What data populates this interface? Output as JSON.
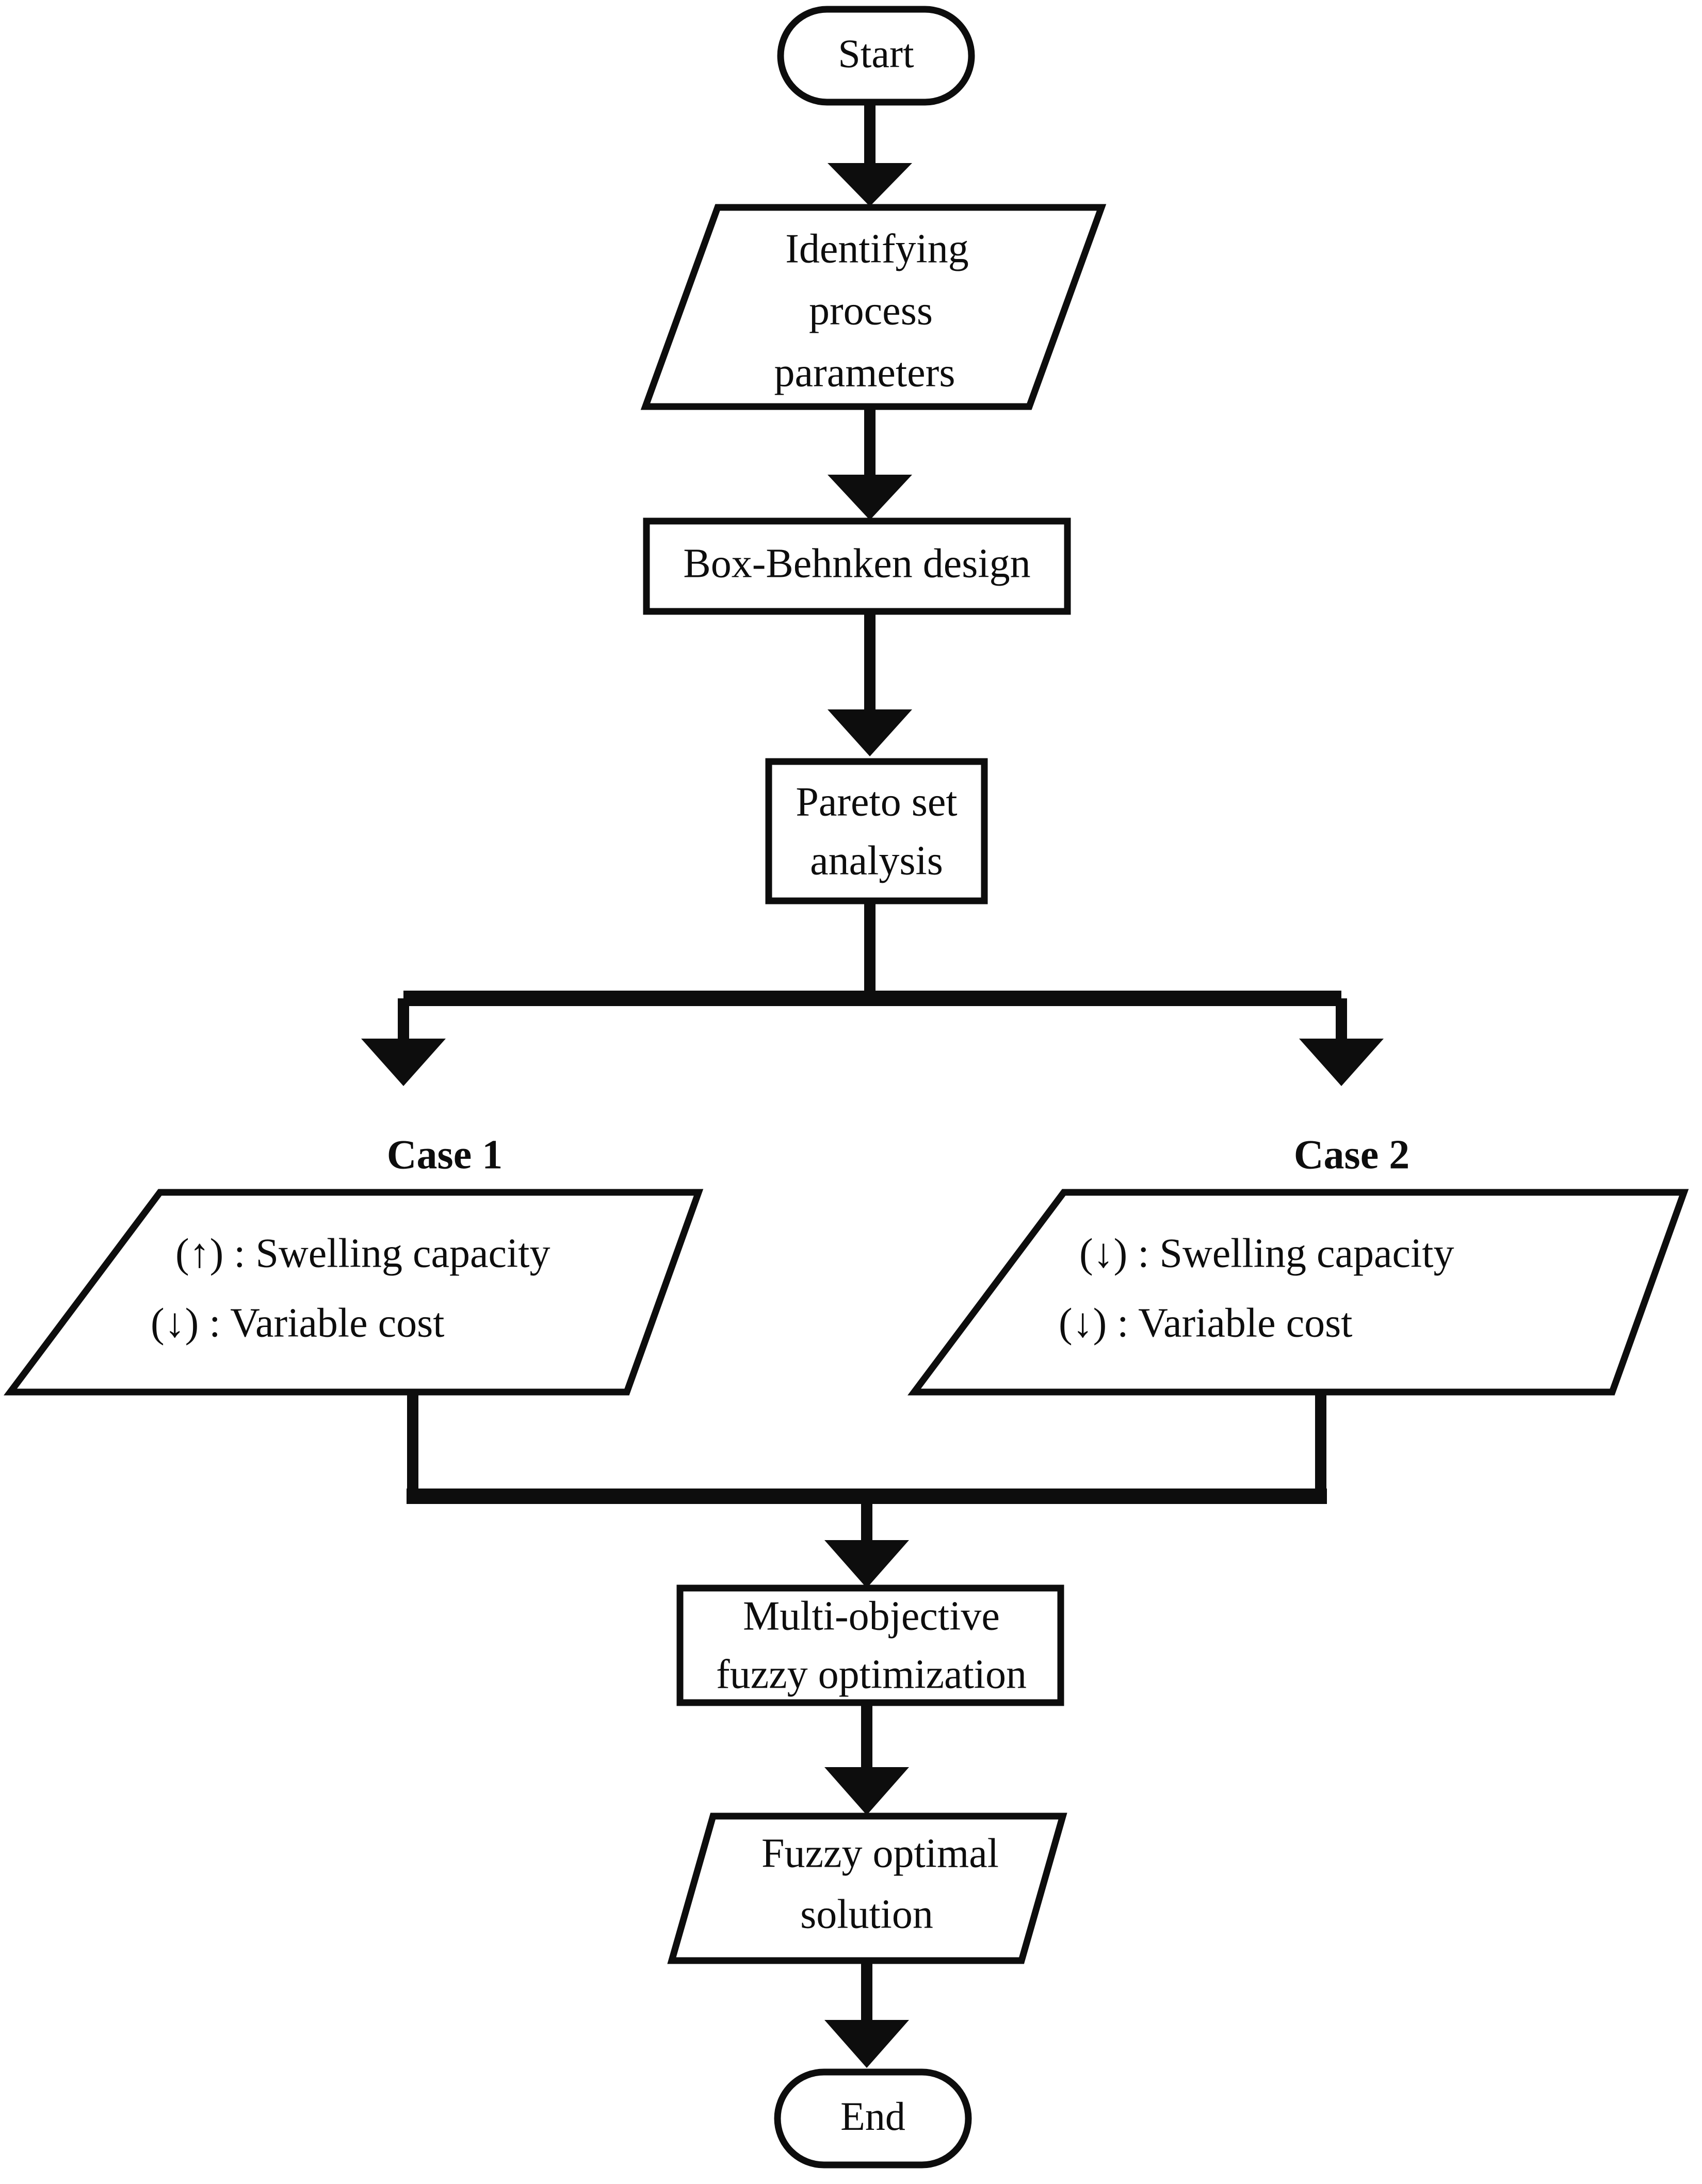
{
  "diagram": {
    "type": "flowchart",
    "title": "Multi-objective fuzzy optimization flowchart",
    "orientation": "top-to-bottom",
    "colors": {
      "stroke": "#0d0d0d",
      "fill": "#ffffff",
      "background": "#ffffff"
    },
    "nodes": [
      {
        "id": "start",
        "shape": "terminator",
        "label": "Start"
      },
      {
        "id": "identify",
        "shape": "parallelogram",
        "line1": "Identifying",
        "line2": "process",
        "line3": "parameters"
      },
      {
        "id": "bbd",
        "shape": "rectangle",
        "label": "Box-Behnken design"
      },
      {
        "id": "pareto",
        "shape": "rectangle",
        "line1": "Pareto set",
        "line2": "analysis"
      },
      {
        "id": "case1",
        "shape": "parallelogram",
        "header": "Case 1",
        "line1": "(↑) : Swelling capacity",
        "line2": "(↓) : Variable cost"
      },
      {
        "id": "case2",
        "shape": "parallelogram",
        "header": "Case 2",
        "line1": "(↓) : Swelling capacity",
        "line2": "(↓) : Variable cost"
      },
      {
        "id": "mofo",
        "shape": "rectangle",
        "line1": "Multi-objective",
        "line2": "fuzzy optimization"
      },
      {
        "id": "fuzzysol",
        "shape": "parallelogram",
        "line1": "Fuzzy optimal",
        "line2": "solution"
      },
      {
        "id": "end",
        "shape": "terminator",
        "label": "End"
      }
    ],
    "edges": [
      {
        "from": "start",
        "to": "identify",
        "style": "arrow-down"
      },
      {
        "from": "identify",
        "to": "bbd",
        "style": "arrow-down"
      },
      {
        "from": "bbd",
        "to": "pareto",
        "style": "arrow-down"
      },
      {
        "from": "pareto",
        "to": "case1",
        "style": "split-left-arrow-down"
      },
      {
        "from": "pareto",
        "to": "case2",
        "style": "split-right-arrow-down"
      },
      {
        "from": "case1",
        "to": "mofo",
        "style": "merge-arrow-down"
      },
      {
        "from": "case2",
        "to": "mofo",
        "style": "merge-arrow-down"
      },
      {
        "from": "mofo",
        "to": "fuzzysol",
        "style": "arrow-down"
      },
      {
        "from": "fuzzysol",
        "to": "end",
        "style": "arrow-down"
      }
    ],
    "symbols": {
      "up_arrow": "↑",
      "down_arrow": "↓",
      "up_meaning": "maximize",
      "down_meaning": "minimize"
    }
  }
}
